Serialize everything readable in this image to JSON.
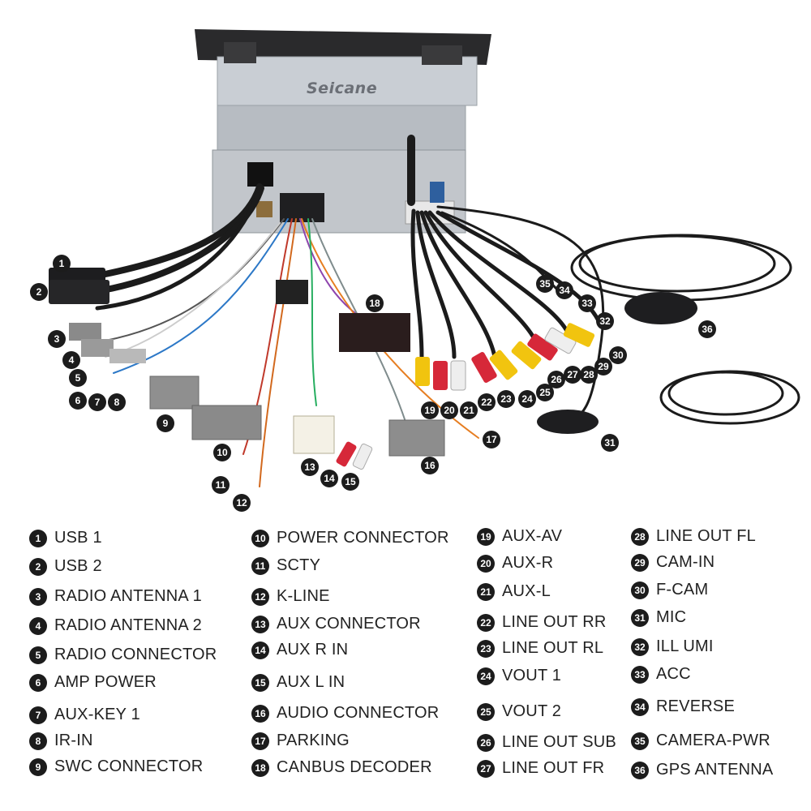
{
  "brand": "Seicane",
  "callouts": [
    "1",
    "2",
    "3",
    "4",
    "5",
    "6",
    "7",
    "8",
    "9",
    "10",
    "11",
    "12",
    "13",
    "14",
    "15",
    "16",
    "17",
    "18",
    "19",
    "20",
    "21",
    "22",
    "23",
    "24",
    "25",
    "26",
    "27",
    "28",
    "29",
    "30",
    "31",
    "32",
    "33",
    "34",
    "35",
    "36"
  ],
  "legend": [
    {
      "num": "1",
      "label": "USB 1"
    },
    {
      "num": "2",
      "label": "USB 2"
    },
    {
      "num": "3",
      "label": "RADIO ANTENNA 1"
    },
    {
      "num": "4",
      "label": "RADIO ANTENNA 2"
    },
    {
      "num": "5",
      "label": "RADIO CONNECTOR"
    },
    {
      "num": "6",
      "label": "AMP POWER"
    },
    {
      "num": "7",
      "label": "AUX-KEY 1"
    },
    {
      "num": "8",
      "label": "IR-IN"
    },
    {
      "num": "9",
      "label": "SWC CONNECTOR"
    },
    {
      "num": "10",
      "label": "POWER CONNECTOR"
    },
    {
      "num": "11",
      "label": "SCTY"
    },
    {
      "num": "12",
      "label": "K-LINE"
    },
    {
      "num": "13",
      "label": "AUX CONNECTOR"
    },
    {
      "num": "14",
      "label": "AUX R IN"
    },
    {
      "num": "15",
      "label": "AUX L IN"
    },
    {
      "num": "16",
      "label": "AUDIO CONNECTOR"
    },
    {
      "num": "17",
      "label": "PARKING"
    },
    {
      "num": "18",
      "label": "CANBUS DECODER"
    },
    {
      "num": "19",
      "label": "AUX-AV"
    },
    {
      "num": "20",
      "label": "AUX-R"
    },
    {
      "num": "21",
      "label": "AUX-L"
    },
    {
      "num": "22",
      "label": "LINE OUT RR"
    },
    {
      "num": "23",
      "label": "LINE OUT RL"
    },
    {
      "num": "24",
      "label": "VOUT 1"
    },
    {
      "num": "25",
      "label": "VOUT 2"
    },
    {
      "num": "26",
      "label": "LINE OUT SUB"
    },
    {
      "num": "27",
      "label": "LINE OUT FR"
    },
    {
      "num": "28",
      "label": "LINE OUT FL"
    },
    {
      "num": "29",
      "label": "CAM-IN"
    },
    {
      "num": "30",
      "label": "F-CAM"
    },
    {
      "num": "31",
      "label": "MIC"
    },
    {
      "num": "32",
      "label": "ILL UMI"
    },
    {
      "num": "33",
      "label": "ACC"
    },
    {
      "num": "34",
      "label": "REVERSE"
    },
    {
      "num": "35",
      "label": "CAMERA-PWR"
    },
    {
      "num": "36",
      "label": "GPS ANTENNA"
    }
  ]
}
